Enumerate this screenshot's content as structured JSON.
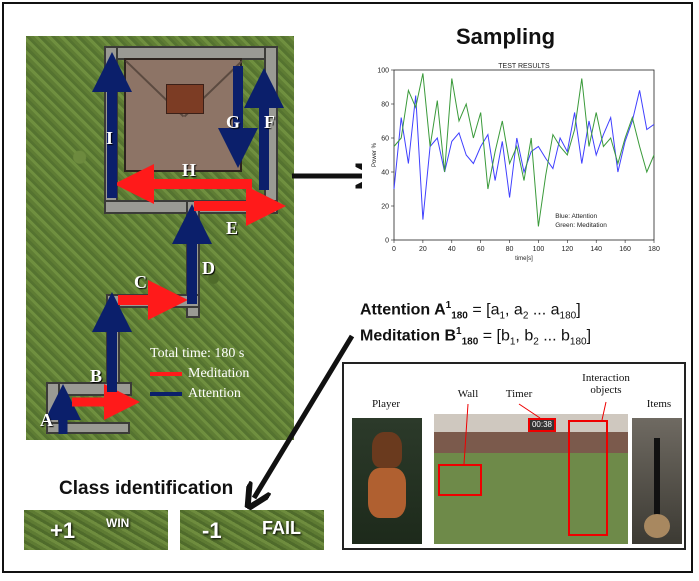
{
  "map": {
    "legend": {
      "total_time": "Total time: 180 s",
      "meditation": "Meditation",
      "attention": "Attention"
    },
    "segment_labels": [
      "A",
      "B",
      "C",
      "D",
      "E",
      "F",
      "G",
      "H",
      "I"
    ],
    "colors": {
      "meditation": "#ff1a1a",
      "attention": "#0b1f6b"
    }
  },
  "sampling": {
    "title": "Sampling",
    "formula_attention": {
      "name": "Attention",
      "symbol": "A",
      "sup": "1",
      "sub": "180",
      "eq": " = [",
      "v1": "a",
      "s1": "1",
      "v2": ", a",
      "s2": "2",
      "mid": " ... a",
      "s3": "180",
      "close": "]"
    },
    "formula_meditation": {
      "name": "Meditation",
      "symbol": "B",
      "sup": "1",
      "sub": "180",
      "eq": " = [",
      "v1": "b",
      "s1": "1",
      "v2": ", b",
      "s2": "2",
      "mid": " ... b",
      "s3": "180",
      "close": "]"
    }
  },
  "chart_data": {
    "type": "line",
    "title": "TEST RESULTS",
    "xlabel": "time[s]",
    "ylabel": "Power %",
    "xlim": [
      0,
      180
    ],
    "ylim": [
      0,
      100
    ],
    "xticks": [
      0,
      20,
      40,
      60,
      80,
      100,
      120,
      140,
      160,
      180
    ],
    "yticks": [
      0,
      20,
      40,
      60,
      80,
      100
    ],
    "legend_text": [
      "Blue: Attention",
      "Green: Meditation"
    ],
    "series": [
      {
        "name": "Attention",
        "color": "#4040ff",
        "x": [
          0,
          5,
          10,
          15,
          20,
          25,
          30,
          35,
          40,
          45,
          50,
          55,
          60,
          65,
          70,
          75,
          80,
          85,
          90,
          95,
          100,
          105,
          110,
          115,
          120,
          125,
          130,
          135,
          140,
          145,
          150,
          155,
          160,
          165,
          170,
          175,
          180
        ],
        "y": [
          30,
          72,
          45,
          85,
          12,
          55,
          60,
          40,
          58,
          63,
          50,
          45,
          55,
          62,
          35,
          58,
          25,
          60,
          40,
          52,
          55,
          48,
          42,
          60,
          52,
          75,
          45,
          70,
          50,
          62,
          72,
          40,
          58,
          70,
          88,
          65,
          68
        ]
      },
      {
        "name": "Meditation",
        "color": "#3a9a3a",
        "x": [
          0,
          5,
          10,
          15,
          20,
          25,
          30,
          35,
          40,
          45,
          50,
          55,
          60,
          65,
          70,
          75,
          80,
          85,
          90,
          95,
          100,
          105,
          110,
          115,
          120,
          125,
          130,
          135,
          140,
          145,
          150,
          155,
          160,
          165,
          170,
          175,
          180
        ],
        "y": [
          55,
          60,
          88,
          78,
          98,
          55,
          82,
          40,
          95,
          70,
          80,
          60,
          75,
          30,
          52,
          70,
          45,
          55,
          35,
          60,
          8,
          38,
          62,
          55,
          50,
          65,
          95,
          55,
          75,
          55,
          60,
          45,
          60,
          72,
          55,
          40,
          50
        ]
      }
    ]
  },
  "classification": {
    "title": "Class identification",
    "win": {
      "value": "+1",
      "label": "WIN"
    },
    "fail": {
      "value": "-1",
      "label": "FAIL"
    }
  },
  "panel": {
    "captions": {
      "player": "Player",
      "wall": "Wall",
      "timer": "Timer",
      "interaction": "Interaction objects",
      "items": "Items"
    },
    "timer_text": "00:38"
  }
}
